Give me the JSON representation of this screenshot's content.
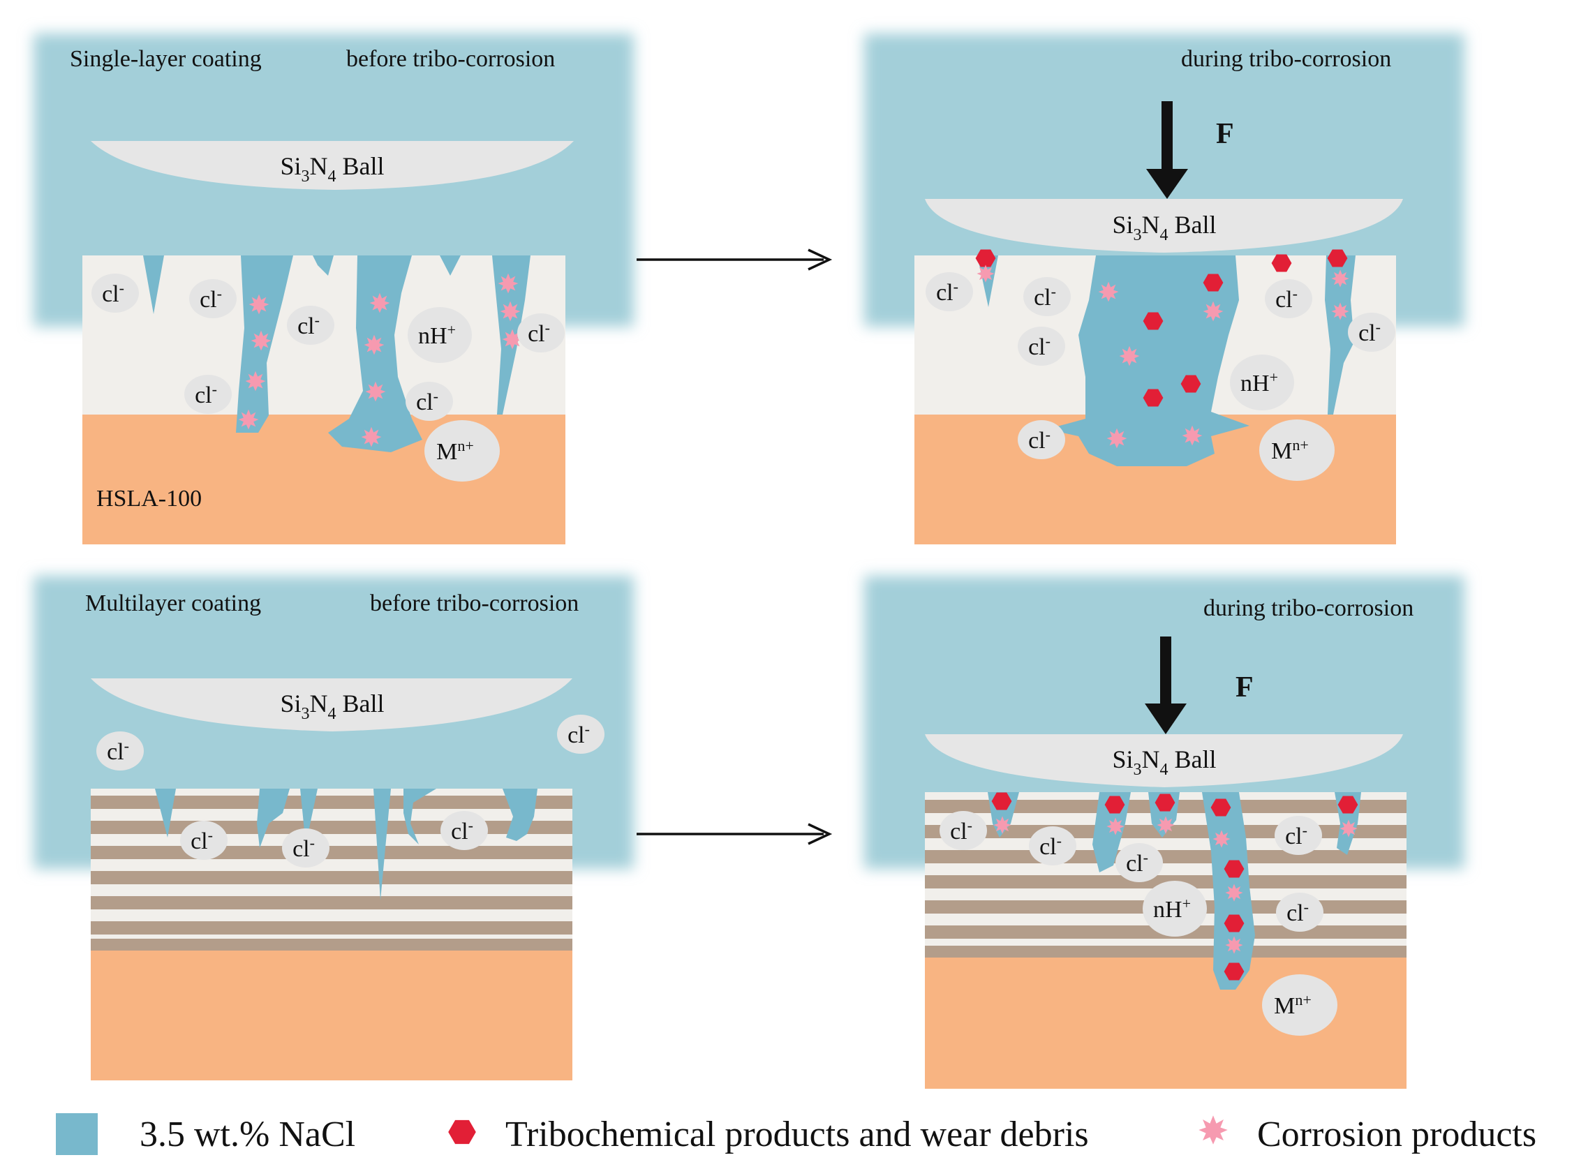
{
  "colors": {
    "electrolyte": "#a3cfd9",
    "crack": "#78b8cc",
    "substrate": "#f8b482",
    "coating": "#f1efeb",
    "stripe": "#b39d8a",
    "ball": "#e6e6e6",
    "debris": "#e21f36",
    "corrosion": "#f69ab0",
    "ion_bg": "#e4e4e4"
  },
  "panels": {
    "p1": {
      "left_label": "Single-layer coating",
      "right_label": "before tribo-corrosion",
      "substrate_label": "HSLA-100"
    },
    "p2": {
      "right_label": "during tribo-corrosion",
      "force": "F"
    },
    "p3": {
      "left_label": "Multilayer coating",
      "right_label": "before tribo-corrosion"
    },
    "p4": {
      "right_label": "during tribo-corrosion",
      "force": "F"
    }
  },
  "ball": {
    "prefix": "Si",
    "sub1": "3",
    "mid": "N",
    "sub2": "4",
    "suffix": " Ball"
  },
  "ions": {
    "cl": "cl",
    "cl_charge": "-",
    "proton": "nH",
    "proton_charge": "+",
    "metal": "M",
    "metal_charge": "n+"
  },
  "legend": {
    "nacl": "3.5 wt.% NaCl",
    "tribo": "Tribochemical products and wear debris",
    "corrosion": "Corrosion products"
  }
}
